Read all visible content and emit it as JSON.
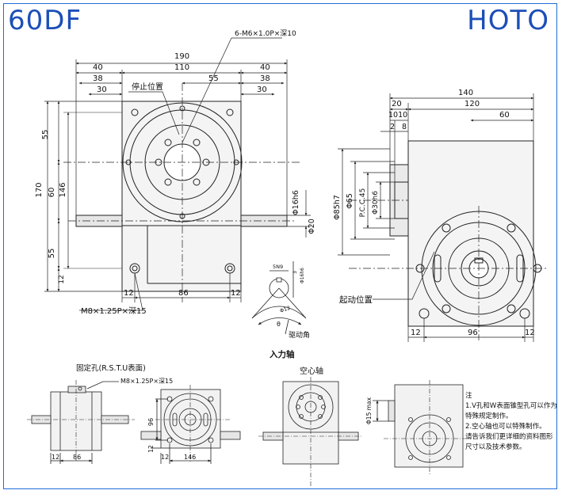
{
  "header": {
    "model": "60DF",
    "brand": "HOTO"
  },
  "dims": {
    "d190": "190",
    "d110": "110",
    "d40a": "40",
    "d40b": "40",
    "d38a": "38",
    "d38b": "38",
    "d55top": "55",
    "d30a": "30",
    "d30b": "30",
    "d55v1": "55",
    "d170": "170",
    "d60": "60",
    "d146": "146",
    "d55v2": "55",
    "d12v": "12",
    "d12a": "12",
    "d86": "86",
    "d12b": "12",
    "phi16h6": "Φ16h6",
    "phi20": "Φ20",
    "d140": "140",
    "d120": "120",
    "d20": "20",
    "d1010": "1010",
    "d2": "2",
    "d8": "8",
    "d60r": "60",
    "phi85h7": "Φ85h7",
    "phi65": "Φ65",
    "pcc45": "P.C.C.45",
    "phi30h6": "Φ30h6",
    "d12c": "12",
    "d96": "96",
    "d12d": "12",
    "sm_86": "86",
    "sm_12a": "12",
    "sm_146": "146",
    "sm_96": "96",
    "sm_12b": "12",
    "sm_12c": "12",
    "phi15max": "Φ15 max",
    "key_5n9": "5N9",
    "key_3": "3",
    "key_phi16": "Φ16h6",
    "key_phi12": "Φ12",
    "key_theta": "θ"
  },
  "labels": {
    "thread_top": "6-M6×1.0P×深10",
    "stop_position": "停止位置",
    "mount_bolt": "M8×1.25P×深15",
    "start_position": "起动位置",
    "drive_angle": "驱动角",
    "input_shaft": "入力轴",
    "fixing_holes": "固定孔(R.S.T.U表面)",
    "mount_bolt_small": "M8×1.25P×深15",
    "hollow_shaft": "空心轴"
  },
  "notes": {
    "heading": "注",
    "line1": "1.V孔和W表面锥型孔可以作为",
    "line2": "特殊规定制作。",
    "line3": "2.空心轴也可以特殊制作。",
    "line4": "请告诉我们更详细的资料图形",
    "line5": "尺寸以及技术参数。"
  },
  "colors": {
    "title": "#1c4fb8",
    "frame": "#1f6ed6",
    "line": "#222222",
    "fill": "#f2f2f2"
  }
}
